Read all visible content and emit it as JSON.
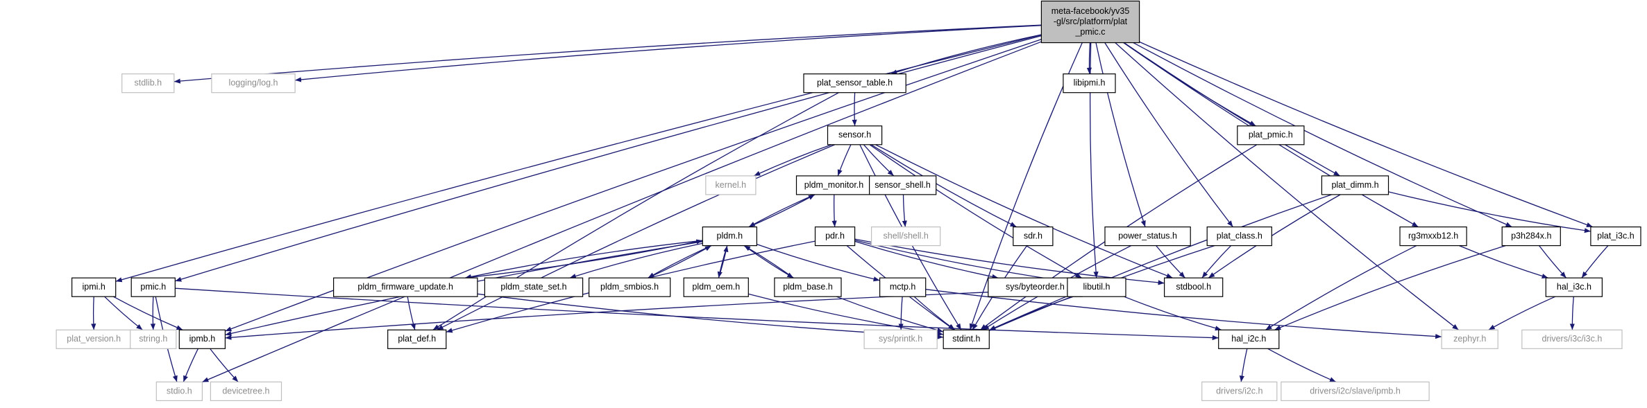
{
  "graph": {
    "root": {
      "lines": [
        "meta-facebook/yv35",
        "-gl/src/platform/plat",
        "_pmic.c"
      ]
    },
    "nodes": {
      "stdlib": "stdlib.h",
      "logging": "logging/log.h",
      "plat_sensor_table": "plat_sensor_table.h",
      "libipmi": "libipmi.h",
      "sensor": "sensor.h",
      "kernel": "kernel.h",
      "pldm_monitor": "pldm_monitor.h",
      "sensor_shell": "sensor_shell.h",
      "shell": "shell/shell.h",
      "pldm": "pldm.h",
      "pdr": "pdr.h",
      "sdr": "sdr.h",
      "plat_pmic": "plat_pmic.h",
      "plat_dimm": "plat_dimm.h",
      "power_status": "power_status.h",
      "plat_class": "plat_class.h",
      "rg3mxxb12": "rg3mxxb12.h",
      "p3h284x": "p3h284x.h",
      "plat_i3c": "plat_i3c.h",
      "ipmi": "ipmi.h",
      "pmic": "pmic.h",
      "pldm_firmware_update": "pldm_firmware_update.h",
      "pldm_state_set": "pldm_state_set.h",
      "pldm_smbios": "pldm_smbios.h",
      "pldm_oem": "pldm_oem.h",
      "pldm_base": "pldm_base.h",
      "mctp": "mctp.h",
      "sys_byteorder": "sys/byteorder.h",
      "libutil": "libutil.h",
      "stdbool": "stdbool.h",
      "hal_i3c": "hal_i3c.h",
      "plat_version": "plat_version.h",
      "string": "string.h",
      "ipmb": "ipmb.h",
      "plat_def": "plat_def.h",
      "sys_printk": "sys/printk.h",
      "stdint": "stdint.h",
      "hal_i2c": "hal_i2c.h",
      "zephyr": "zephyr.h",
      "drivers_i3c": "drivers/i3c/i3c.h",
      "stdio": "stdio.h",
      "devicetree": "devicetree.h",
      "drivers_i2c": "drivers/i2c.h",
      "drivers_i2c_slave_ipmb": "drivers/i2c/slave/ipmb.h"
    },
    "external": [
      "stdlib",
      "logging",
      "kernel",
      "shell",
      "plat_version",
      "string",
      "sys_printk",
      "zephyr",
      "drivers_i3c",
      "stdio",
      "devicetree",
      "drivers_i2c",
      "drivers_i2c_slave_ipmb"
    ],
    "edges": [
      [
        "root",
        "stdlib"
      ],
      [
        "root",
        "logging"
      ],
      [
        "root",
        "plat_sensor_table"
      ],
      [
        "root",
        "libipmi"
      ],
      [
        "root",
        "ipmi"
      ],
      [
        "root",
        "pmic"
      ],
      [
        "root",
        "stdio"
      ],
      [
        "root",
        "ipmb"
      ],
      [
        "root",
        "stdint"
      ],
      [
        "root",
        "libutil"
      ],
      [
        "root",
        "power_status"
      ],
      [
        "root",
        "plat_class"
      ],
      [
        "root",
        "plat_pmic"
      ],
      [
        "root",
        "plat_dimm"
      ],
      [
        "root",
        "rg3mxxb12"
      ],
      [
        "root",
        "p3h284x"
      ],
      [
        "root",
        "plat_i3c"
      ],
      [
        "root",
        "zephyr"
      ],
      [
        "plat_sensor_table",
        "sensor"
      ],
      [
        "plat_sensor_table",
        "plat_def"
      ],
      [
        "sensor",
        "kernel"
      ],
      [
        "sensor",
        "pldm_monitor"
      ],
      [
        "sensor",
        "sensor_shell"
      ],
      [
        "sensor",
        "sdr"
      ],
      [
        "sensor",
        "stdbool"
      ],
      [
        "sensor",
        "libutil"
      ],
      [
        "sensor",
        "stdint"
      ],
      [
        "sensor",
        "plat_def"
      ],
      [
        "sensor_shell",
        "shell"
      ],
      [
        "pldm_monitor",
        "pldm"
      ],
      [
        "pldm_monitor",
        "pdr"
      ],
      [
        "pldm",
        "pldm_monitor"
      ],
      [
        "pldm",
        "pldm_firmware_update"
      ],
      [
        "pldm",
        "pldm_state_set"
      ],
      [
        "pldm",
        "pldm_smbios"
      ],
      [
        "pldm",
        "pldm_oem"
      ],
      [
        "pldm",
        "pldm_base"
      ],
      [
        "pldm",
        "mctp"
      ],
      [
        "pldm",
        "ipmb"
      ],
      [
        "pldm_firmware_update",
        "pldm"
      ],
      [
        "pldm_firmware_update",
        "plat_def"
      ],
      [
        "pldm_firmware_update",
        "stdint"
      ],
      [
        "pldm_smbios",
        "pldm"
      ],
      [
        "pldm_oem",
        "pldm"
      ],
      [
        "pldm_oem",
        "stdint"
      ],
      [
        "pldm_base",
        "pldm"
      ],
      [
        "pldm_base",
        "stdint"
      ],
      [
        "pdr",
        "plat_def"
      ],
      [
        "pdr",
        "sys_byteorder"
      ],
      [
        "pdr",
        "libutil"
      ],
      [
        "pdr",
        "stdbool"
      ],
      [
        "pdr",
        "stdint"
      ],
      [
        "sdr",
        "stdint"
      ],
      [
        "mctp",
        "sys_printk"
      ],
      [
        "mctp",
        "stdint"
      ],
      [
        "mctp",
        "zephyr"
      ],
      [
        "libutil",
        "stdint"
      ],
      [
        "libutil",
        "hal_i2c"
      ],
      [
        "libutil",
        "ipmb"
      ],
      [
        "power_status",
        "stdbool"
      ],
      [
        "power_status",
        "stdint"
      ],
      [
        "plat_class",
        "stdbool"
      ],
      [
        "plat_class",
        "stdint"
      ],
      [
        "plat_pmic",
        "stdint"
      ],
      [
        "plat_dimm",
        "stdbool"
      ],
      [
        "plat_dimm",
        "stdint"
      ],
      [
        "plat_dimm",
        "plat_i3c"
      ],
      [
        "rg3mxxb12",
        "hal_i3c"
      ],
      [
        "rg3mxxb12",
        "hal_i2c"
      ],
      [
        "p3h284x",
        "hal_i3c"
      ],
      [
        "p3h284x",
        "hal_i2c"
      ],
      [
        "plat_i3c",
        "hal_i3c"
      ],
      [
        "hal_i3c",
        "zephyr"
      ],
      [
        "hal_i3c",
        "drivers_i3c"
      ],
      [
        "ipmi",
        "plat_version"
      ],
      [
        "ipmi",
        "string"
      ],
      [
        "ipmi",
        "ipmb"
      ],
      [
        "pmic",
        "string"
      ],
      [
        "pmic",
        "stdio"
      ],
      [
        "pmic",
        "hal_i2c"
      ],
      [
        "ipmb",
        "stdio"
      ],
      [
        "ipmb",
        "devicetree"
      ],
      [
        "hal_i2c",
        "drivers_i2c"
      ],
      [
        "hal_i2c",
        "drivers_i2c_slave_ipmb"
      ]
    ]
  }
}
